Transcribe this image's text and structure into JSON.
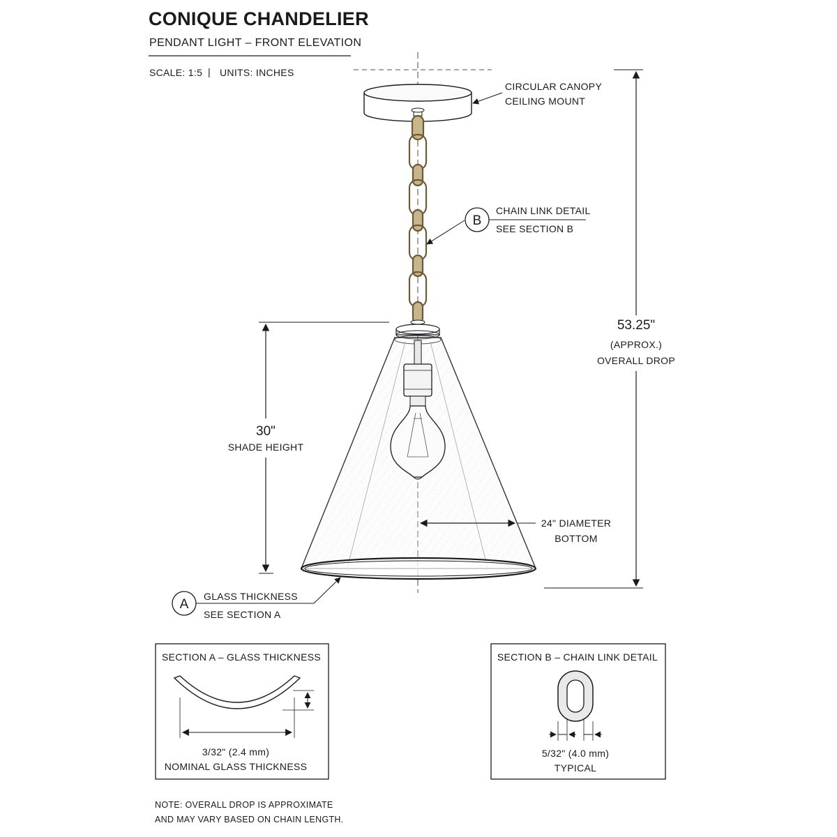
{
  "header": {
    "title": "CONIQUE CHANDELIER",
    "subtitle": "PENDANT LIGHT – FRONT ELEVATION",
    "scale": "SCALE: 1:5",
    "separator": "|",
    "units": "UNITS: INCHES"
  },
  "callouts": {
    "canopy": [
      "CIRCULAR CANOPY",
      "CEILING MOUNT"
    ],
    "chain_marker": "B",
    "chain": [
      "CHAIN LINK DETAIL",
      "SEE SECTION B"
    ],
    "glass_marker": "A",
    "glass": [
      "GLASS THICKNESS",
      "SEE SECTION A"
    ]
  },
  "dimensions": {
    "overall": {
      "value": "53.25\"",
      "lines": [
        "(APPROX.)",
        "OVERALL DROP"
      ]
    },
    "shade": {
      "value": "30\"",
      "label": "SHADE HEIGHT"
    },
    "diameter": [
      "24\" DIAMETER",
      "BOTTOM"
    ]
  },
  "section_a": {
    "title": "SECTION A – GLASS THICKNESS",
    "value": "3/32\" (2.4 mm)",
    "caption": "NOMINAL GLASS THICKNESS"
  },
  "section_b": {
    "title": "SECTION B – CHAIN LINK DETAIL",
    "value": "5/32\" (4.0 mm)",
    "caption": "TYPICAL"
  },
  "note": [
    "NOTE: OVERALL DROP IS APPROXIMATE",
    "AND MAY VARY BASED ON CHAIN LENGTH."
  ],
  "colors": {
    "ink": "#1a1a1a",
    "brass": "#a08a5c",
    "glass": "#d8d8d8"
  }
}
